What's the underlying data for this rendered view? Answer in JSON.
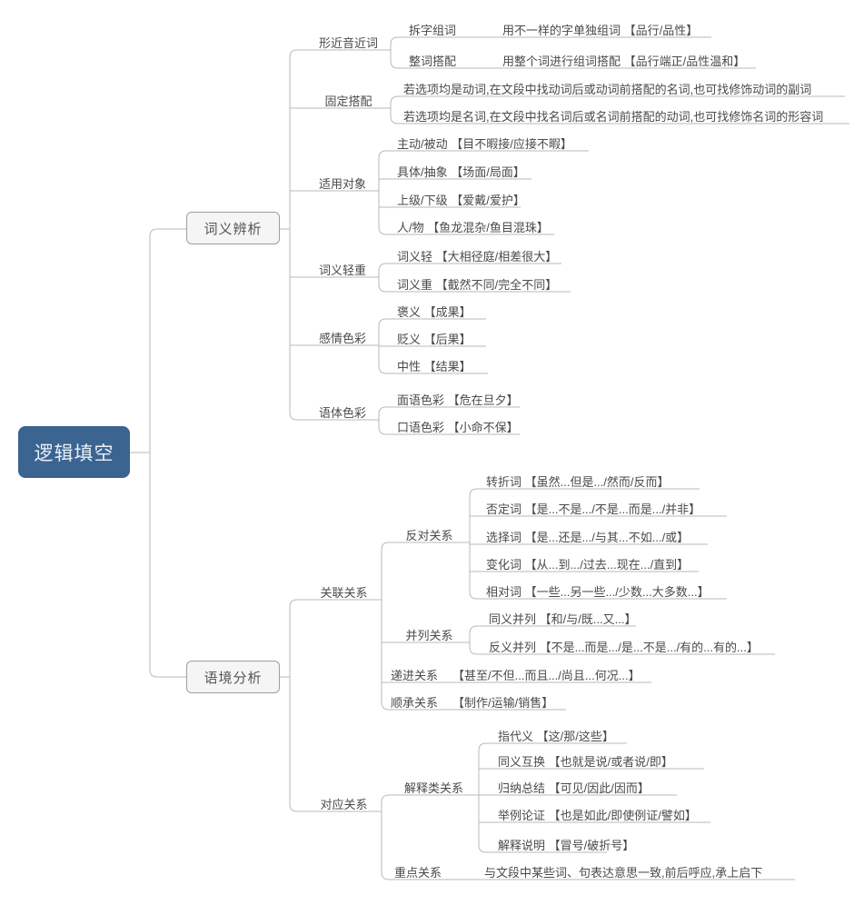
{
  "root": {
    "label": "逻辑填空"
  },
  "colors": {
    "root_bg": "#3b6490",
    "root_text": "#e9f0f8",
    "box_bg": "#f5f5f5",
    "box_border": "#9e9e9e",
    "line": "#b9b9b9",
    "text": "#4a4a4a"
  },
  "b1": {
    "label": "词义辨析",
    "sections": [
      {
        "label": "形近音近词",
        "rows": [
          {
            "t": "拆字组词",
            "d": "用不一样的字单独组词 【品行/品性】"
          },
          {
            "t": "整词搭配",
            "d": "用整个词进行组词搭配 【品行端正/品性温和】"
          }
        ]
      },
      {
        "label": "固定搭配",
        "rows": [
          {
            "t": "若选项均是动词,在文段中找动词后或动词前搭配的名词,也可找修饰动词的副词"
          },
          {
            "t": "若选项均是名词,在文段中找名词后或名词前搭配的动词,也可找修饰名词的形容词"
          }
        ]
      },
      {
        "label": "适用对象",
        "rows": [
          {
            "t": "主动/被动 【目不暇接/应接不暇】"
          },
          {
            "t": "具体/抽象 【场面/局面】"
          },
          {
            "t": "上级/下级 【爱戴/爱护】"
          },
          {
            "t": "人/物 【鱼龙混杂/鱼目混珠】"
          }
        ]
      },
      {
        "label": "词义轻重",
        "rows": [
          {
            "t": "词义轻 【大相径庭/相差很大】"
          },
          {
            "t": "词义重 【截然不同/完全不同】"
          }
        ]
      },
      {
        "label": "感情色彩",
        "rows": [
          {
            "t": "褒义 【成果】"
          },
          {
            "t": "贬义 【后果】"
          },
          {
            "t": "中性 【结果】"
          }
        ]
      },
      {
        "label": "语体色彩",
        "rows": [
          {
            "t": "面语色彩 【危在旦夕】"
          },
          {
            "t": "口语色彩 【小命不保】"
          }
        ]
      }
    ]
  },
  "b2": {
    "label": "语境分析",
    "sections": [
      {
        "label": "关联关系",
        "groups": [
          {
            "label": "反对关系",
            "rows": [
              {
                "t": "转折词 【虽然...但是.../然而/反而】"
              },
              {
                "t": "否定词 【是...不是.../不是...而是.../并非】"
              },
              {
                "t": "选择词 【是...还是.../与其...不如.../或】"
              },
              {
                "t": "变化词 【从...到.../过去...现在.../直到】"
              },
              {
                "t": "相对词 【一些...另一些.../少数...大多数...】"
              }
            ]
          },
          {
            "label": "并列关系",
            "rows": [
              {
                "t": "同义并列 【和/与/既...又...】"
              },
              {
                "t": "反义并列 【不是...而是.../是...不是.../有的...有的...】"
              }
            ]
          },
          {
            "label": "递进关系",
            "rows": [
              {
                "t": "【甚至/不但...而且.../尚且...何况...】"
              }
            ]
          },
          {
            "label": "顺承关系",
            "rows": [
              {
                "t": "【制作/运输/销售】"
              }
            ]
          }
        ]
      },
      {
        "label": "对应关系",
        "groups": [
          {
            "label": "解释类关系",
            "rows": [
              {
                "t": "指代义 【这/那/这些】"
              },
              {
                "t": "同义互换 【也就是说/或者说/即】"
              },
              {
                "t": "归纳总结 【可见/因此/因而】"
              },
              {
                "t": "举例论证 【也是如此/即使例证/譬如】"
              },
              {
                "t": "解释说明 【冒号/破折号】"
              }
            ]
          },
          {
            "label": "重点关系",
            "rows": [
              {
                "t": "与文段中某些词、句表达意思一致,前后呼应,承上启下"
              }
            ]
          }
        ]
      }
    ]
  }
}
